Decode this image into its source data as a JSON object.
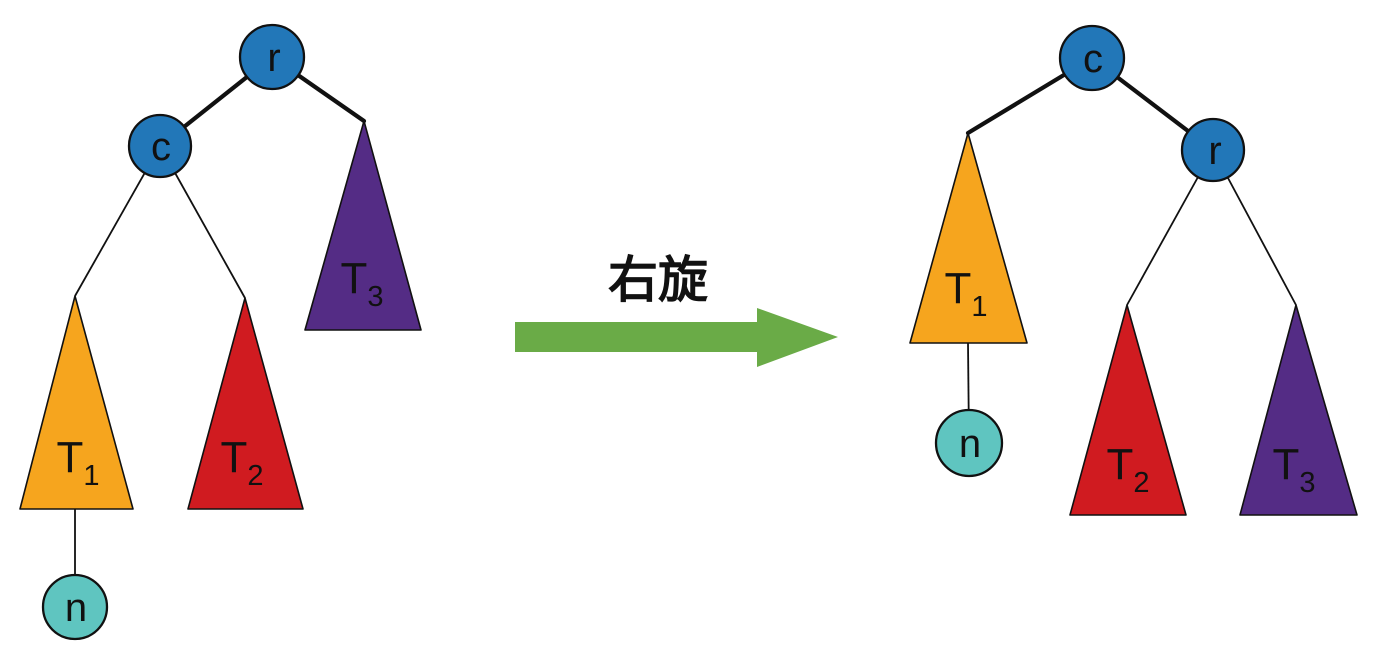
{
  "colors": {
    "branch_node_fill": "#2277B8",
    "new_node_fill": "#5FC5C0",
    "subtree_t1_fill": "#F6A51E",
    "subtree_t2_fill": "#D01B20",
    "subtree_t3_fill": "#542C85",
    "arrow_fill": "#6AAB47",
    "t3_label_color": "#F5F1EA",
    "edge_color": "#111111"
  },
  "arrow": {
    "label": "右旋"
  },
  "left_tree": {
    "root_label": "r",
    "child_label": "c",
    "new_node_label": "n",
    "t1_main": "T",
    "t1_sub": "1",
    "t2_main": "T",
    "t2_sub": "2",
    "t3_main": "T",
    "t3_sub": "3"
  },
  "right_tree": {
    "root_label": "c",
    "child_label": "r",
    "new_node_label": "n",
    "t1_main": "T",
    "t1_sub": "1",
    "t2_main": "T",
    "t2_sub": "2",
    "t3_main": "T",
    "t3_sub": "3"
  }
}
